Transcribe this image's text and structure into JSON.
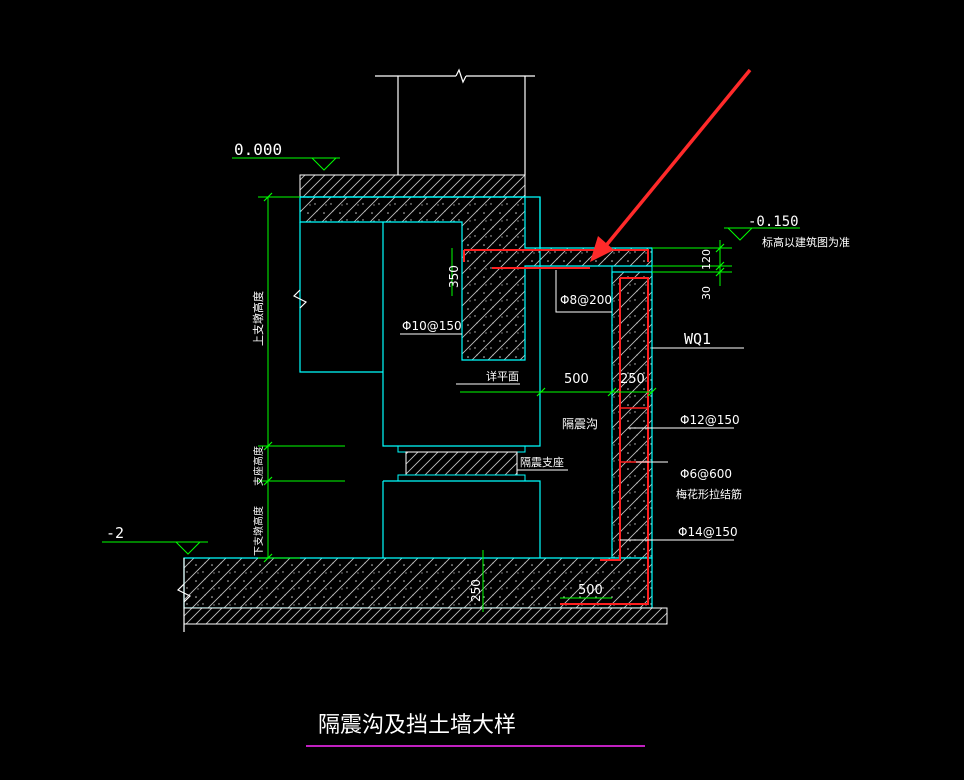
{
  "title": "隔震沟及挡土墙大样",
  "elevations": {
    "top": "0.000",
    "slab": "-0.150",
    "slab_note": "标高以建筑图为准",
    "bottom": "-2"
  },
  "dimensions": {
    "d350": "350",
    "d120": "120",
    "d30": "30",
    "d500_top": "500",
    "d250_top": "250",
    "d250_bottom": "250",
    "d500_bottom": "500"
  },
  "labels": {
    "upper_column_height": "上支墩高度",
    "bearing_height": "支座高度",
    "lower_column_height": "下支墩高度",
    "detail_plan": "详平面",
    "trench": "隔震沟",
    "bearing": "隔震支座",
    "wall": "WQ1",
    "lattice_tie": "梅花形拉结筋"
  },
  "rebar": {
    "r1": "Φ10@150",
    "r2": "Φ8@200",
    "r3": "Φ12@150",
    "r4": "Φ6@600",
    "r5": "Φ14@150"
  },
  "colors": {
    "outline": "#00ffff",
    "dimension": "#00ff00",
    "rebar": "#ff2020",
    "arrow": "#ff2a2a",
    "underline": "#c020c0",
    "text": "#ffffff"
  }
}
